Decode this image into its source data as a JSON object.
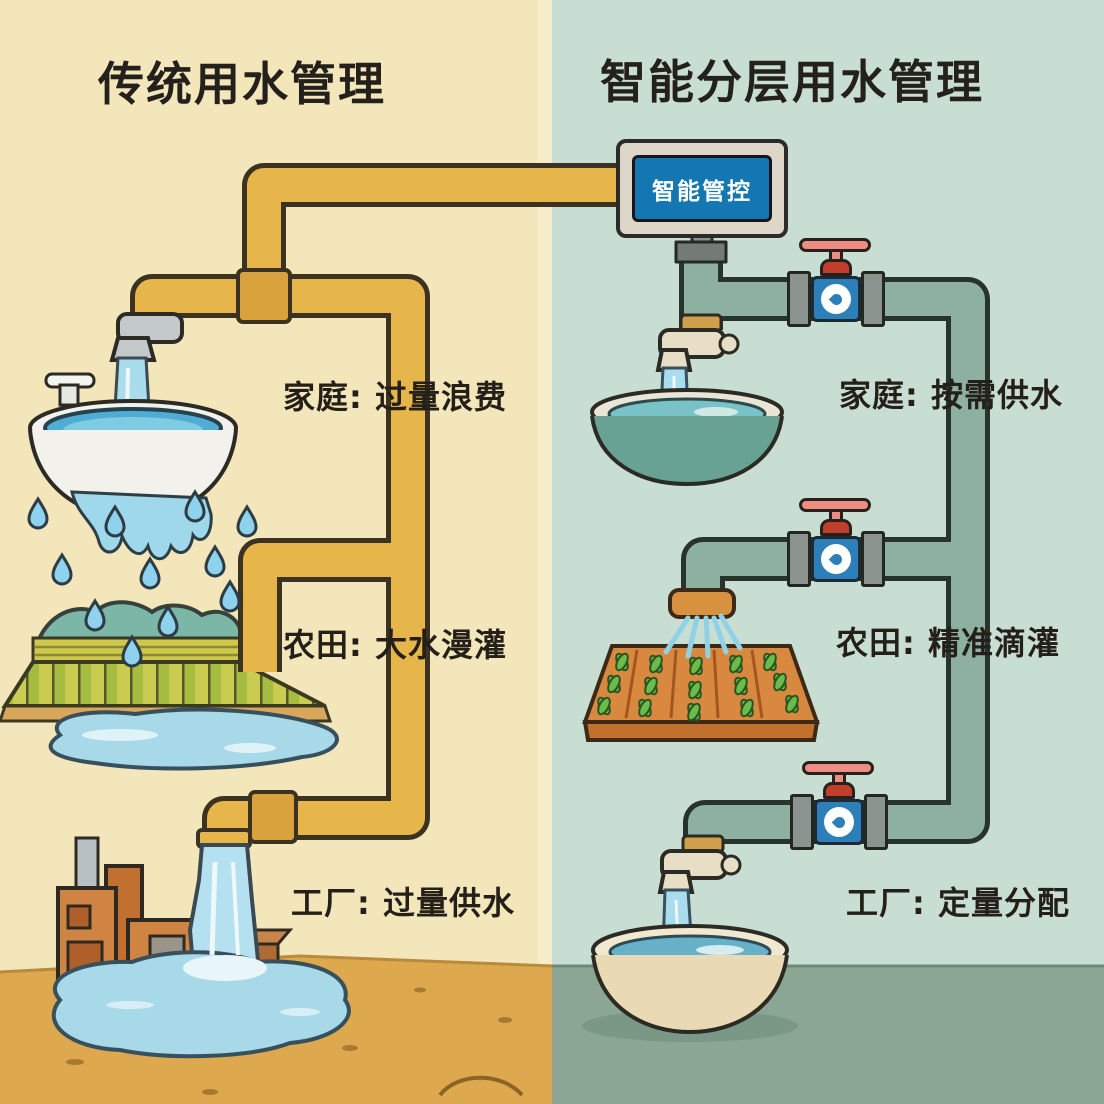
{
  "left_panel": {
    "title": "传统用水管理",
    "background_color": "#f3e6bb",
    "ground_color": "#dda84e",
    "pipe_color": "#e7b64a",
    "rows": [
      {
        "name": "home",
        "label": "家庭: 过量浪费"
      },
      {
        "name": "farm",
        "label": "农田: 大水漫灌"
      },
      {
        "name": "factory",
        "label": "工厂: 过量供水"
      }
    ]
  },
  "right_panel": {
    "title": "智能分层用水管理",
    "background_color": "#c9ded2",
    "floor_color": "#8ba794",
    "pipe_color": "#8db0a0",
    "controller": {
      "label": "智能管控",
      "screen_color": "#1477b2",
      "frame_color": "#ded6c8"
    },
    "valve_colors": {
      "body": "#2c7fb8",
      "handle": "#ef8d85",
      "cap": "#c23e2c",
      "flange": "#8b938f"
    },
    "rows": [
      {
        "name": "home",
        "label": "家庭: 按需供水"
      },
      {
        "name": "farm",
        "label": "农田: 精准滴灌"
      },
      {
        "name": "factory",
        "label": "工厂: 定量分配"
      }
    ]
  },
  "water_color": "#a9dced"
}
